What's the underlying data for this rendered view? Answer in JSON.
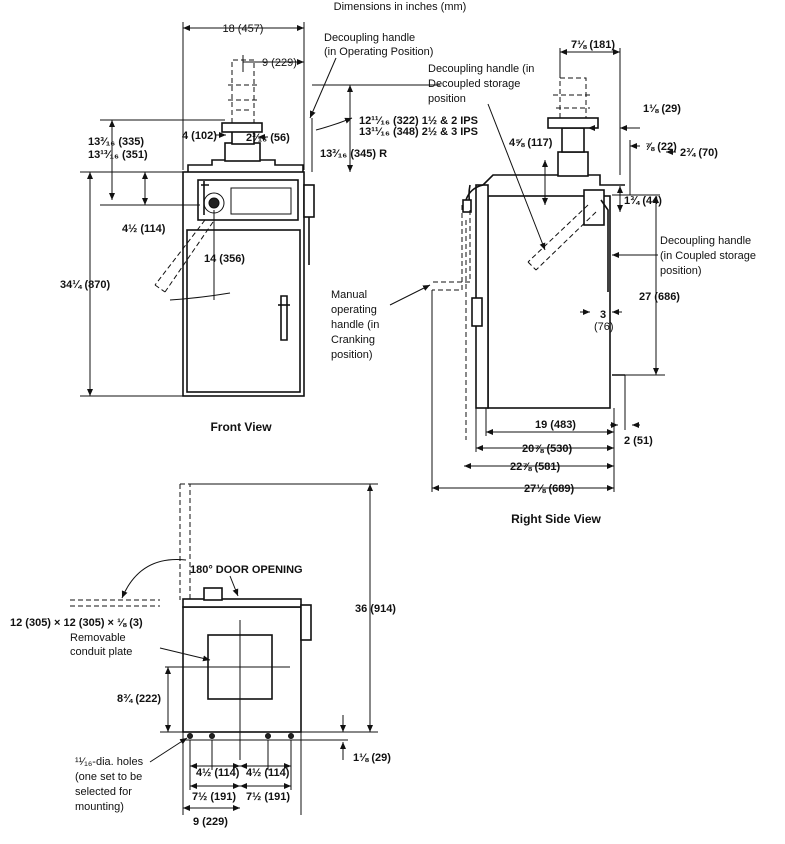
{
  "header": "Dimensions in inches (mm)",
  "views": {
    "front": "Front View",
    "right": "Right Side View"
  },
  "front": {
    "w18": "18 (457)",
    "w9": "9 (229)",
    "handle_op": "Decoupling handle",
    "handle_op2": "(in Operating Position)",
    "d4": "4 (102)",
    "d2_3_16": "2³⁄₁₆ (56)",
    "ips1": "12¹¹⁄₁₆ (322) 1½ & 2 IPS",
    "ips2": "13¹¹⁄₁₆ (348) 2½ & 3 IPS",
    "r13": "13³⁄₁₆ (345) R",
    "h13a": "13³⁄₁₆ (335)",
    "h13b": "13¹³⁄₁₆ (351)",
    "d4_5": "4½ (114)",
    "d14": "14 (356)",
    "h34": "34¼ (870)"
  },
  "manual": [
    "Manual",
    "operating",
    "handle (in",
    "Cranking",
    "position)"
  ],
  "side": {
    "w7": "7⅛ (181)",
    "dec_store": [
      "Decoupling handle (in",
      "Decoupled storage",
      "position"
    ],
    "d1_1_8": "1⅛ (29)",
    "d4_5_8": "4⅝ (117)",
    "d7_8": "⅞ (22)",
    "d2_3_4": "2¾ (70)",
    "d1_3_4": "1¾ (44)",
    "coupled": [
      "Decoupling handle",
      "(in Coupled storage",
      "position)"
    ],
    "h27": "27 (686)",
    "d3": "3",
    "d3mm": "(76)",
    "w19": "19 (483)",
    "w20": "20⅞ (530)",
    "w22": "22⅞ (581)",
    "w27": "27⅛ (689)",
    "d2": "2 (51)"
  },
  "top": {
    "door": "180° DOOR OPENING",
    "plate_dim": "12 (305) × 12 (305) × ⅛ (3)",
    "plate": [
      "Removable",
      "conduit plate"
    ],
    "h36": "36 (914)",
    "d8": "8¾ (222)",
    "d1_1_8": "1⅛ (29)",
    "holes": [
      "¹¹⁄₁₆-dia. holes",
      "(one set to be",
      "selected for",
      "mounting)"
    ],
    "h4a": "4½ (114)",
    "h4b": "4½ (114)",
    "h7a": "7½ (191)",
    "h7b": "7½ (191)",
    "w9": "9 (229)"
  }
}
